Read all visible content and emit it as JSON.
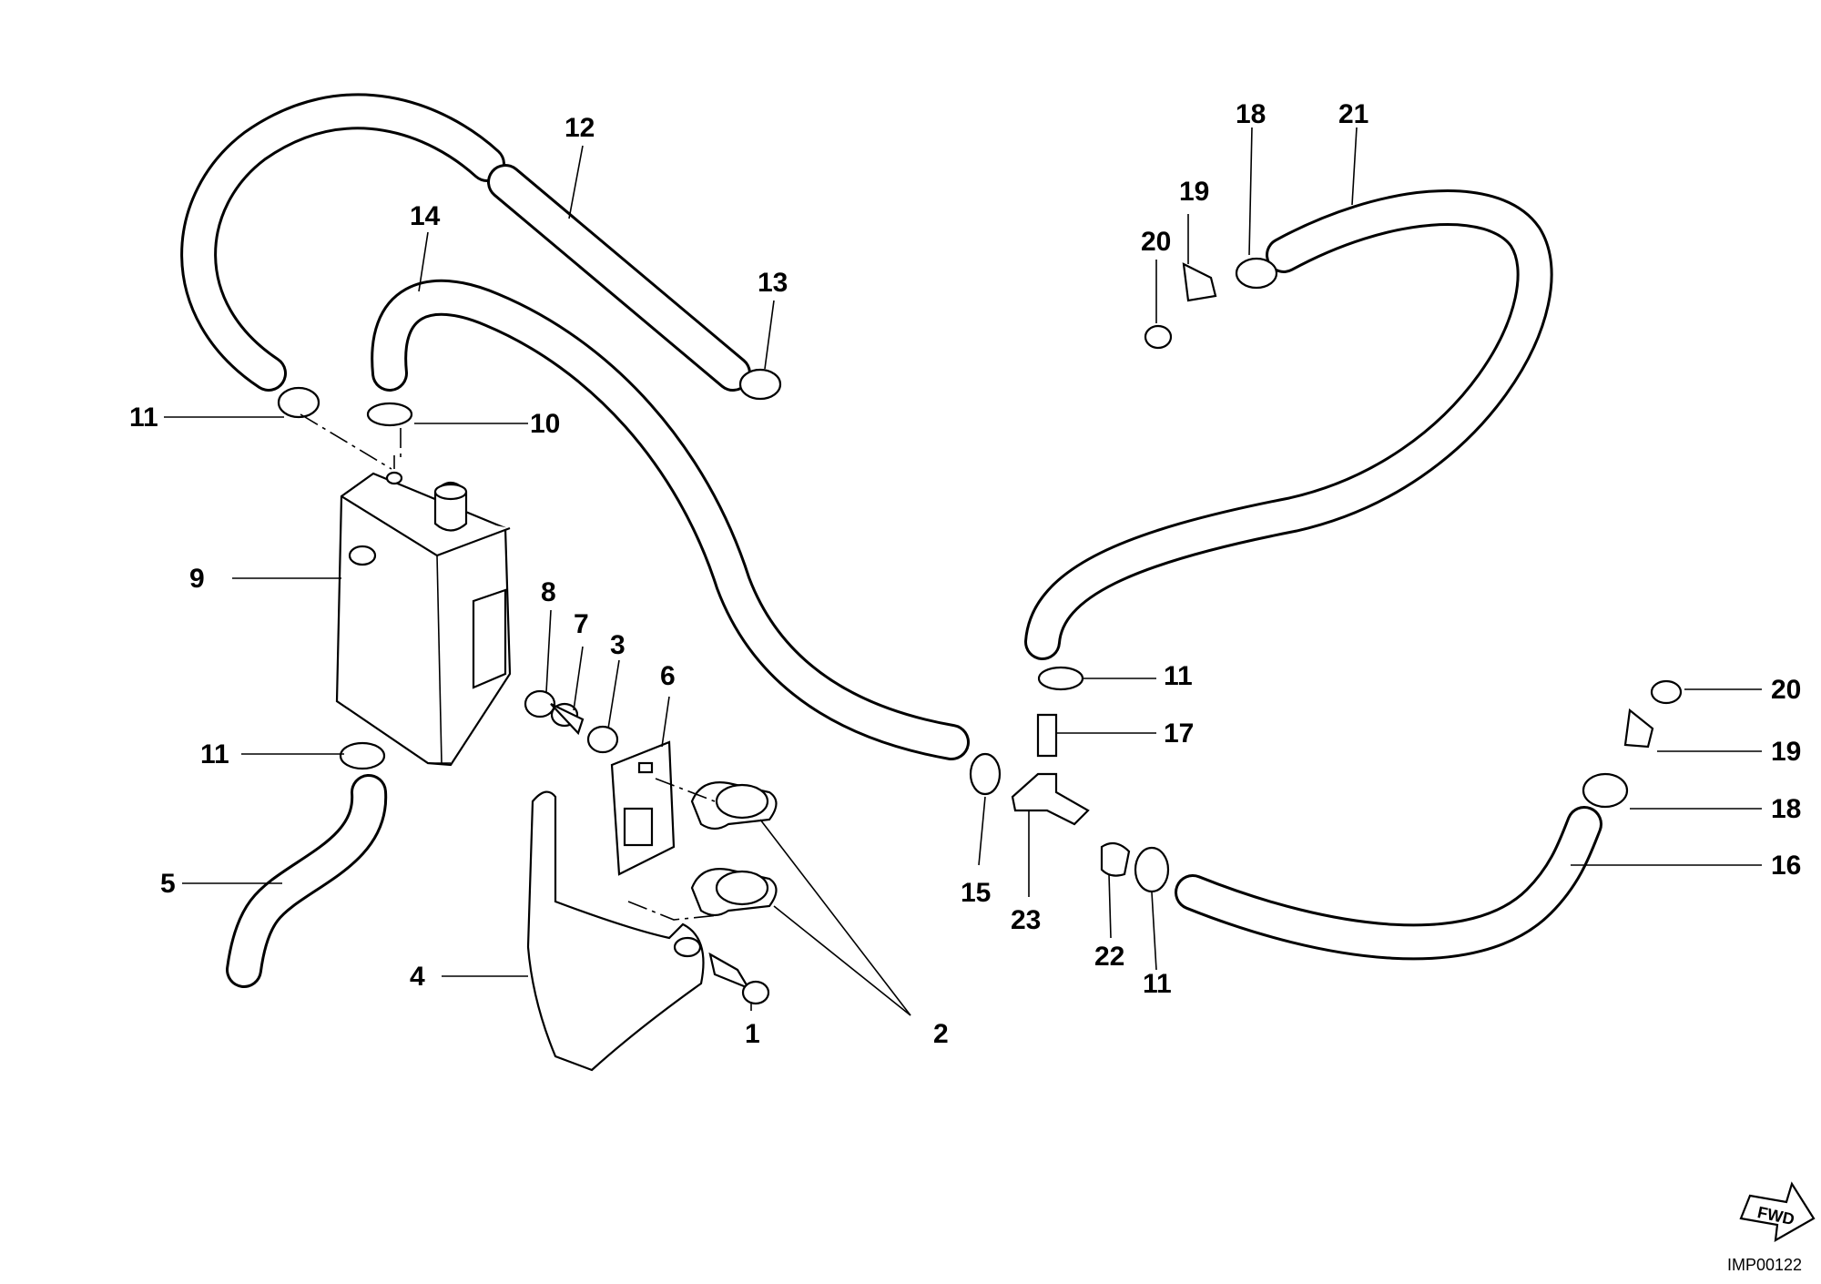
{
  "image_code": "IMP00122",
  "fwd_label": "FWD",
  "callouts": {
    "c1": "1",
    "c2": "2",
    "c3": "3",
    "c4": "4",
    "c5": "5",
    "c6": "6",
    "c7": "7",
    "c8": "8",
    "c9": "9",
    "c10": "10",
    "c11a": "11",
    "c11b": "11",
    "c11c": "11",
    "c11d": "11",
    "c12": "12",
    "c13": "13",
    "c14": "14",
    "c15": "15",
    "c16": "16",
    "c17": "17",
    "c18a": "18",
    "c18b": "18",
    "c19a": "19",
    "c19b": "19",
    "c20a": "20",
    "c20b": "20",
    "c21": "21",
    "c22": "22",
    "c23": "23"
  }
}
